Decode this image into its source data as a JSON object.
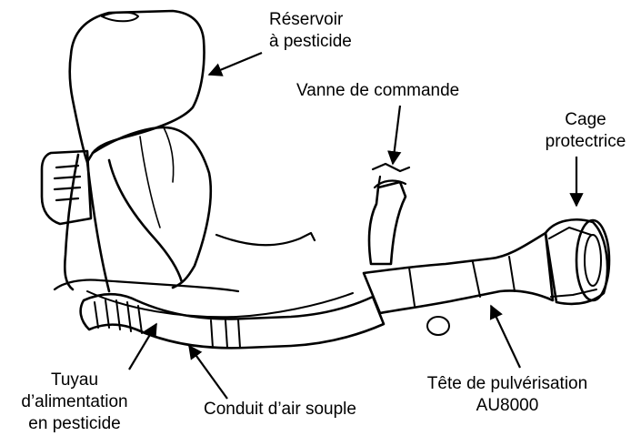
{
  "labels": {
    "reservoir": {
      "line1": "Réservoir",
      "line2": "à pesticide"
    },
    "vanne": {
      "line1": "Vanne de commande"
    },
    "cage": {
      "line1": "Cage",
      "line2": "protectrice"
    },
    "tuyau": {
      "line1": "Tuyau",
      "line2": "d’alimentation",
      "line3": "en pesticide"
    },
    "conduit": {
      "line1": "Conduit d’air souple"
    },
    "tete": {
      "line1": "Tête de pulvérisation",
      "line2": "AU8000"
    }
  },
  "colors": {
    "ink": "#000000",
    "paper": "#ffffff"
  }
}
